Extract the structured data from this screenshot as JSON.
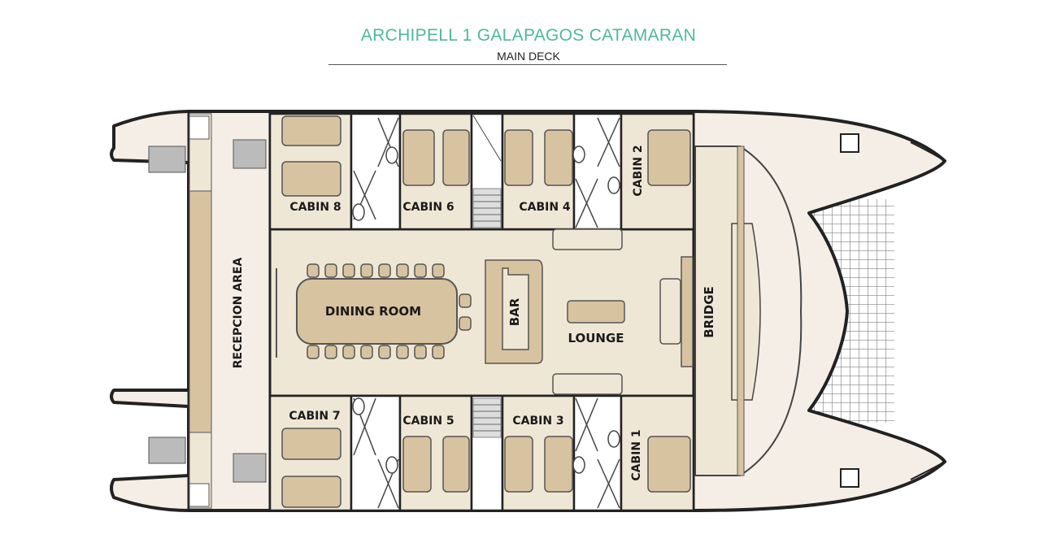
{
  "header": {
    "title": "ARCHIPELL 1 GALAPAGOS CATAMARAN",
    "subtitle": "MAIN DECK"
  },
  "rooms": {
    "reception": "RECEPCION AREA",
    "dining": "DINING ROOM",
    "bar": "BAR",
    "lounge": "LOUNGE",
    "bridge": "BRIDGE",
    "cabin1": "CABIN 1",
    "cabin2": "CABIN 2",
    "cabin3": "CABIN 3",
    "cabin4": "CABIN 4",
    "cabin5": "CABIN 5",
    "cabin6": "CABIN 6",
    "cabin7": "CABIN 7",
    "cabin8": "CABIN 8"
  },
  "colors": {
    "accent": "#4fb89b",
    "hull": "#f5eee6",
    "room": "#efe7d6",
    "furniture": "#d8c3a0",
    "outline": "#222222"
  }
}
